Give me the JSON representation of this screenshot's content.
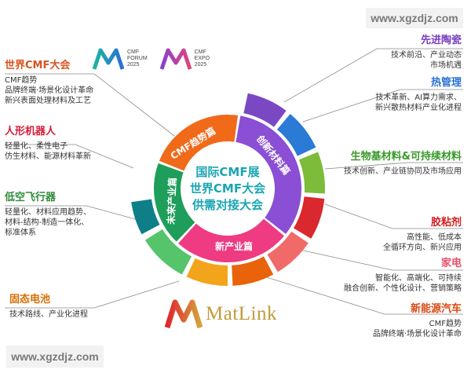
{
  "watermark": {
    "top": "www.xgzdjz.com",
    "bottom": "www.xgzdjz.com"
  },
  "logos": {
    "forum": {
      "l1": "CMF",
      "l2": "FORUM",
      "l3": "2025"
    },
    "expo": {
      "l1": "CMF",
      "l2": "EXPO",
      "l3": "2025"
    }
  },
  "center": {
    "line1": "国际CMF展",
    "line2": "世界CMF大会",
    "line3": "供需对接大会"
  },
  "inner_ring": {
    "trend": "CMF趋势篇",
    "material": "创新材料篇",
    "industry": "新产业篇",
    "future": "未来产业篇"
  },
  "left": [
    {
      "title": "世界CMF大会",
      "desc": [
        "CMF趋势",
        "品牌终端·场景化设计革命",
        "新兴表面处理材料及工艺"
      ],
      "color": "#d9531e"
    },
    {
      "title": "人形机器人",
      "desc": [
        "轻量化、柔性电子",
        "仿生材料、能源材料革新"
      ],
      "color": "#d41f3a"
    },
    {
      "title": "低空飞行器",
      "desc": [
        "轻量化、材料应用趋势、",
        "材料-结构-制造一体化、",
        "标准体系"
      ],
      "color": "#2e8b3a"
    },
    {
      "title": "固态电池",
      "desc": [
        "技术路线、产业化进程"
      ],
      "color": "#d96e00"
    }
  ],
  "right": [
    {
      "title": "先进陶瓷",
      "desc": [
        "技术前沿、产业动态",
        "市场机遇"
      ],
      "color": "#7a3fbf"
    },
    {
      "title": "热管理",
      "desc": [
        "技术革新、AI算力需求、",
        "新兴散热材料产业化进程"
      ],
      "color": "#2a6fd6"
    },
    {
      "title": "生物基材料&可持续材料",
      "desc": [
        "技术创新、产业链协同及市场应用"
      ],
      "color": "#3a9a2a"
    },
    {
      "title": "胶粘剂",
      "desc": [
        "高性能、低成本",
        "全循环方向、新兴应用"
      ],
      "color": "#d41f1f"
    },
    {
      "title": "家电",
      "desc": [
        "智能化、高端化、可持续",
        "融合创新、个性化设计、营销策略"
      ],
      "color": "#e8506a"
    },
    {
      "title": "新能源汽车",
      "desc": [
        "CMF趋势",
        "品牌终端·场景化设计革命"
      ],
      "color": "#d94a14"
    }
  ],
  "brand": {
    "name": "MatLink"
  },
  "colors": {
    "outer_segments": [
      "#0e7f86",
      "#56c46b",
      "#f2a51b",
      "#e8630a",
      "#f06a6a",
      "#d9282e",
      "#7dbb3a",
      "#2a7ad6",
      "#7b48c4"
    ]
  }
}
